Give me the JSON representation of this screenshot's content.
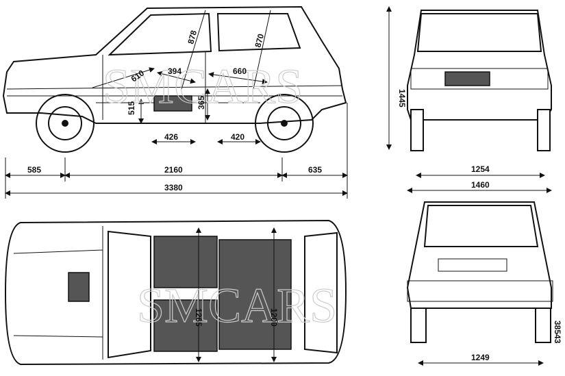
{
  "watermark": {
    "top": "SMCARS",
    "bottom": "SMCARS"
  },
  "drawing_id": "38543",
  "side_view": {
    "overall_length": "3380",
    "front_overhang": "585",
    "wheelbase": "2160",
    "rear_overhang": "635",
    "front_door_height": "878",
    "rear_door_height": "870",
    "front_legroom": "610",
    "front_seat_depth": "394",
    "rear_legroom": "660",
    "front_seat_height": "515",
    "rear_seat_height": "365",
    "front_seat_length": "426",
    "rear_seat_length": "420"
  },
  "rear_view": {
    "height": "1445",
    "track": "1254",
    "width": "1460"
  },
  "front_view": {
    "track": "1249"
  },
  "top_view": {
    "front_width": "1265",
    "rear_width": "1200"
  }
}
